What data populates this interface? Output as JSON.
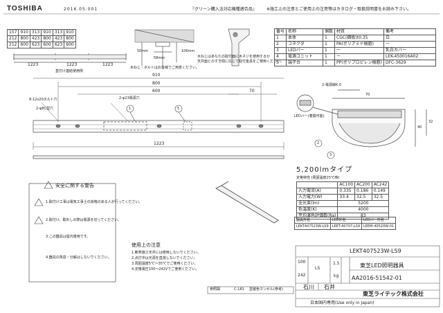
{
  "header": {
    "logo": "TOSHIBA",
    "date_code": "2016.05.001",
    "notice_green": "『グリーン購入法対応機種適合品』",
    "notice_install": "※施工上の注意とご使用上の注意等はカタログ・取扱説明書をお読み下さい。"
  },
  "dim_table": {
    "rows": [
      [
        "157",
        "910",
        "313",
        "910",
        "313",
        "910"
      ],
      [
        "212",
        "800",
        "423",
        "800",
        "423",
        "800"
      ],
      [
        "212",
        "600",
        "623",
        "600",
        "623",
        "600"
      ]
    ],
    "bottom_dims": [
      "1223",
      "1223",
      "1223"
    ],
    "caption": "直付け連結使用例"
  },
  "mount_detail": {
    "dim_a": "50mm",
    "dim_b": "106mm",
    "dim_c": "58mm",
    "note1": "木ねじはあなたの取付面に木ネジを使用するか",
    "note2": "天井面とのすき間に応じて取付金具をご使用ください。",
    "note3": "木ねじ・ボルトはお客様でご用意ください。"
  },
  "parts_table": {
    "headers": [
      "番号",
      "名称",
      "個数",
      "材質",
      "備考"
    ],
    "rows": [
      [
        "1",
        "本体",
        "1",
        "CGC(鋼板)t0.35",
        "白"
      ],
      [
        "2",
        "コネクタ",
        "1",
        "PA(ポリアミド樹脂)",
        "ー"
      ],
      [
        "3",
        "LEDバー",
        "1",
        "ー",
        "乳白カバー"
      ],
      [
        "4",
        "電源ユニット",
        "1",
        "ー",
        "LEK-450016A02"
      ],
      [
        "5",
        "端子台",
        "1",
        "PP(ポリプロピレン樹脂)",
        "DFC-3629"
      ]
    ]
  },
  "front_view": {
    "dim_910": "910",
    "dim_800": "800",
    "dim_600": "600",
    "dim_70": "70",
    "dim_1223": "1223",
    "hole_label": "8-12x20ボルト穴",
    "knock_label": "2-φ23電源穴",
    "small_knock": "2-φ8C型穴",
    "balloon_1": "1",
    "balloon_5": "5"
  },
  "side_view": {
    "label_k": "2-電源線K.0",
    "dim_70": "70",
    "dim_40": "40",
    "dim_32": "32",
    "note": "LEDバー(着脱可能)",
    "balloon_2": "2",
    "balloon_3": "3"
  },
  "lumen": {
    "title": "5,200lmタイプ"
  },
  "spec_table": {
    "title": "定格特性 (周囲温度25℃時)",
    "headers": [
      "",
      "AC100",
      "AC200",
      "AC242"
    ],
    "rows": [
      [
        "入力電流(A)",
        "0.335",
        "0.186",
        "0.149"
      ],
      [
        "入力電力(W)",
        "33.4",
        "32.5",
        "32.5"
      ],
      [
        "全光束(lm)",
        "5200",
        "",
        ""
      ],
      [
        "色温度(K)",
        "4000",
        "",
        ""
      ],
      [
        "平均演色評価数(Ra)",
        "83",
        "",
        ""
      ]
    ]
  },
  "model_table": {
    "headers": [
      "器具形名",
      "LED形名",
      "LEDバー形名"
    ],
    "row": [
      "LEKT407523W-LS9",
      "LEET-40707-LS9",
      "LEEM-40520W-01"
    ]
  },
  "safety": {
    "title": "安全に関する警告",
    "item1": "1.取付け工事は電気工事士の資格のある人が行ってください。",
    "item2": "2.取付け、取外しの際は電源を切ってください。",
    "item3": "3.この器具は屋内専用です。",
    "item4": "4.器具の改造・分解はしないでください。"
  },
  "usage": {
    "title": "使用上の注意",
    "lines": [
      "1.断熱施工天井には使用しないでください。",
      "2.点灯中は光源を直視しないでください。",
      "3.周囲温度5℃〜35℃でご使用ください。",
      "4.定格電圧100〜242Vでご使用ください。"
    ]
  },
  "title_block": {
    "model": "LEKT407523W-LS9",
    "voltage_a": "100",
    "voltage_b": "242",
    "type": "LS",
    "scale": "1.5",
    "unit": "kg",
    "product": "東芝LED照明器具",
    "person1": "石川",
    "person2": "石井",
    "drawing_no": "AA2016-51542-01",
    "company": "東芝ライテック株式会社",
    "made_in": "日本国内専用(Use only in Japan)",
    "ref_label": "参照図",
    "ref_value": "C-181",
    "rohs_label": "塗装色マンセル(参考)"
  }
}
